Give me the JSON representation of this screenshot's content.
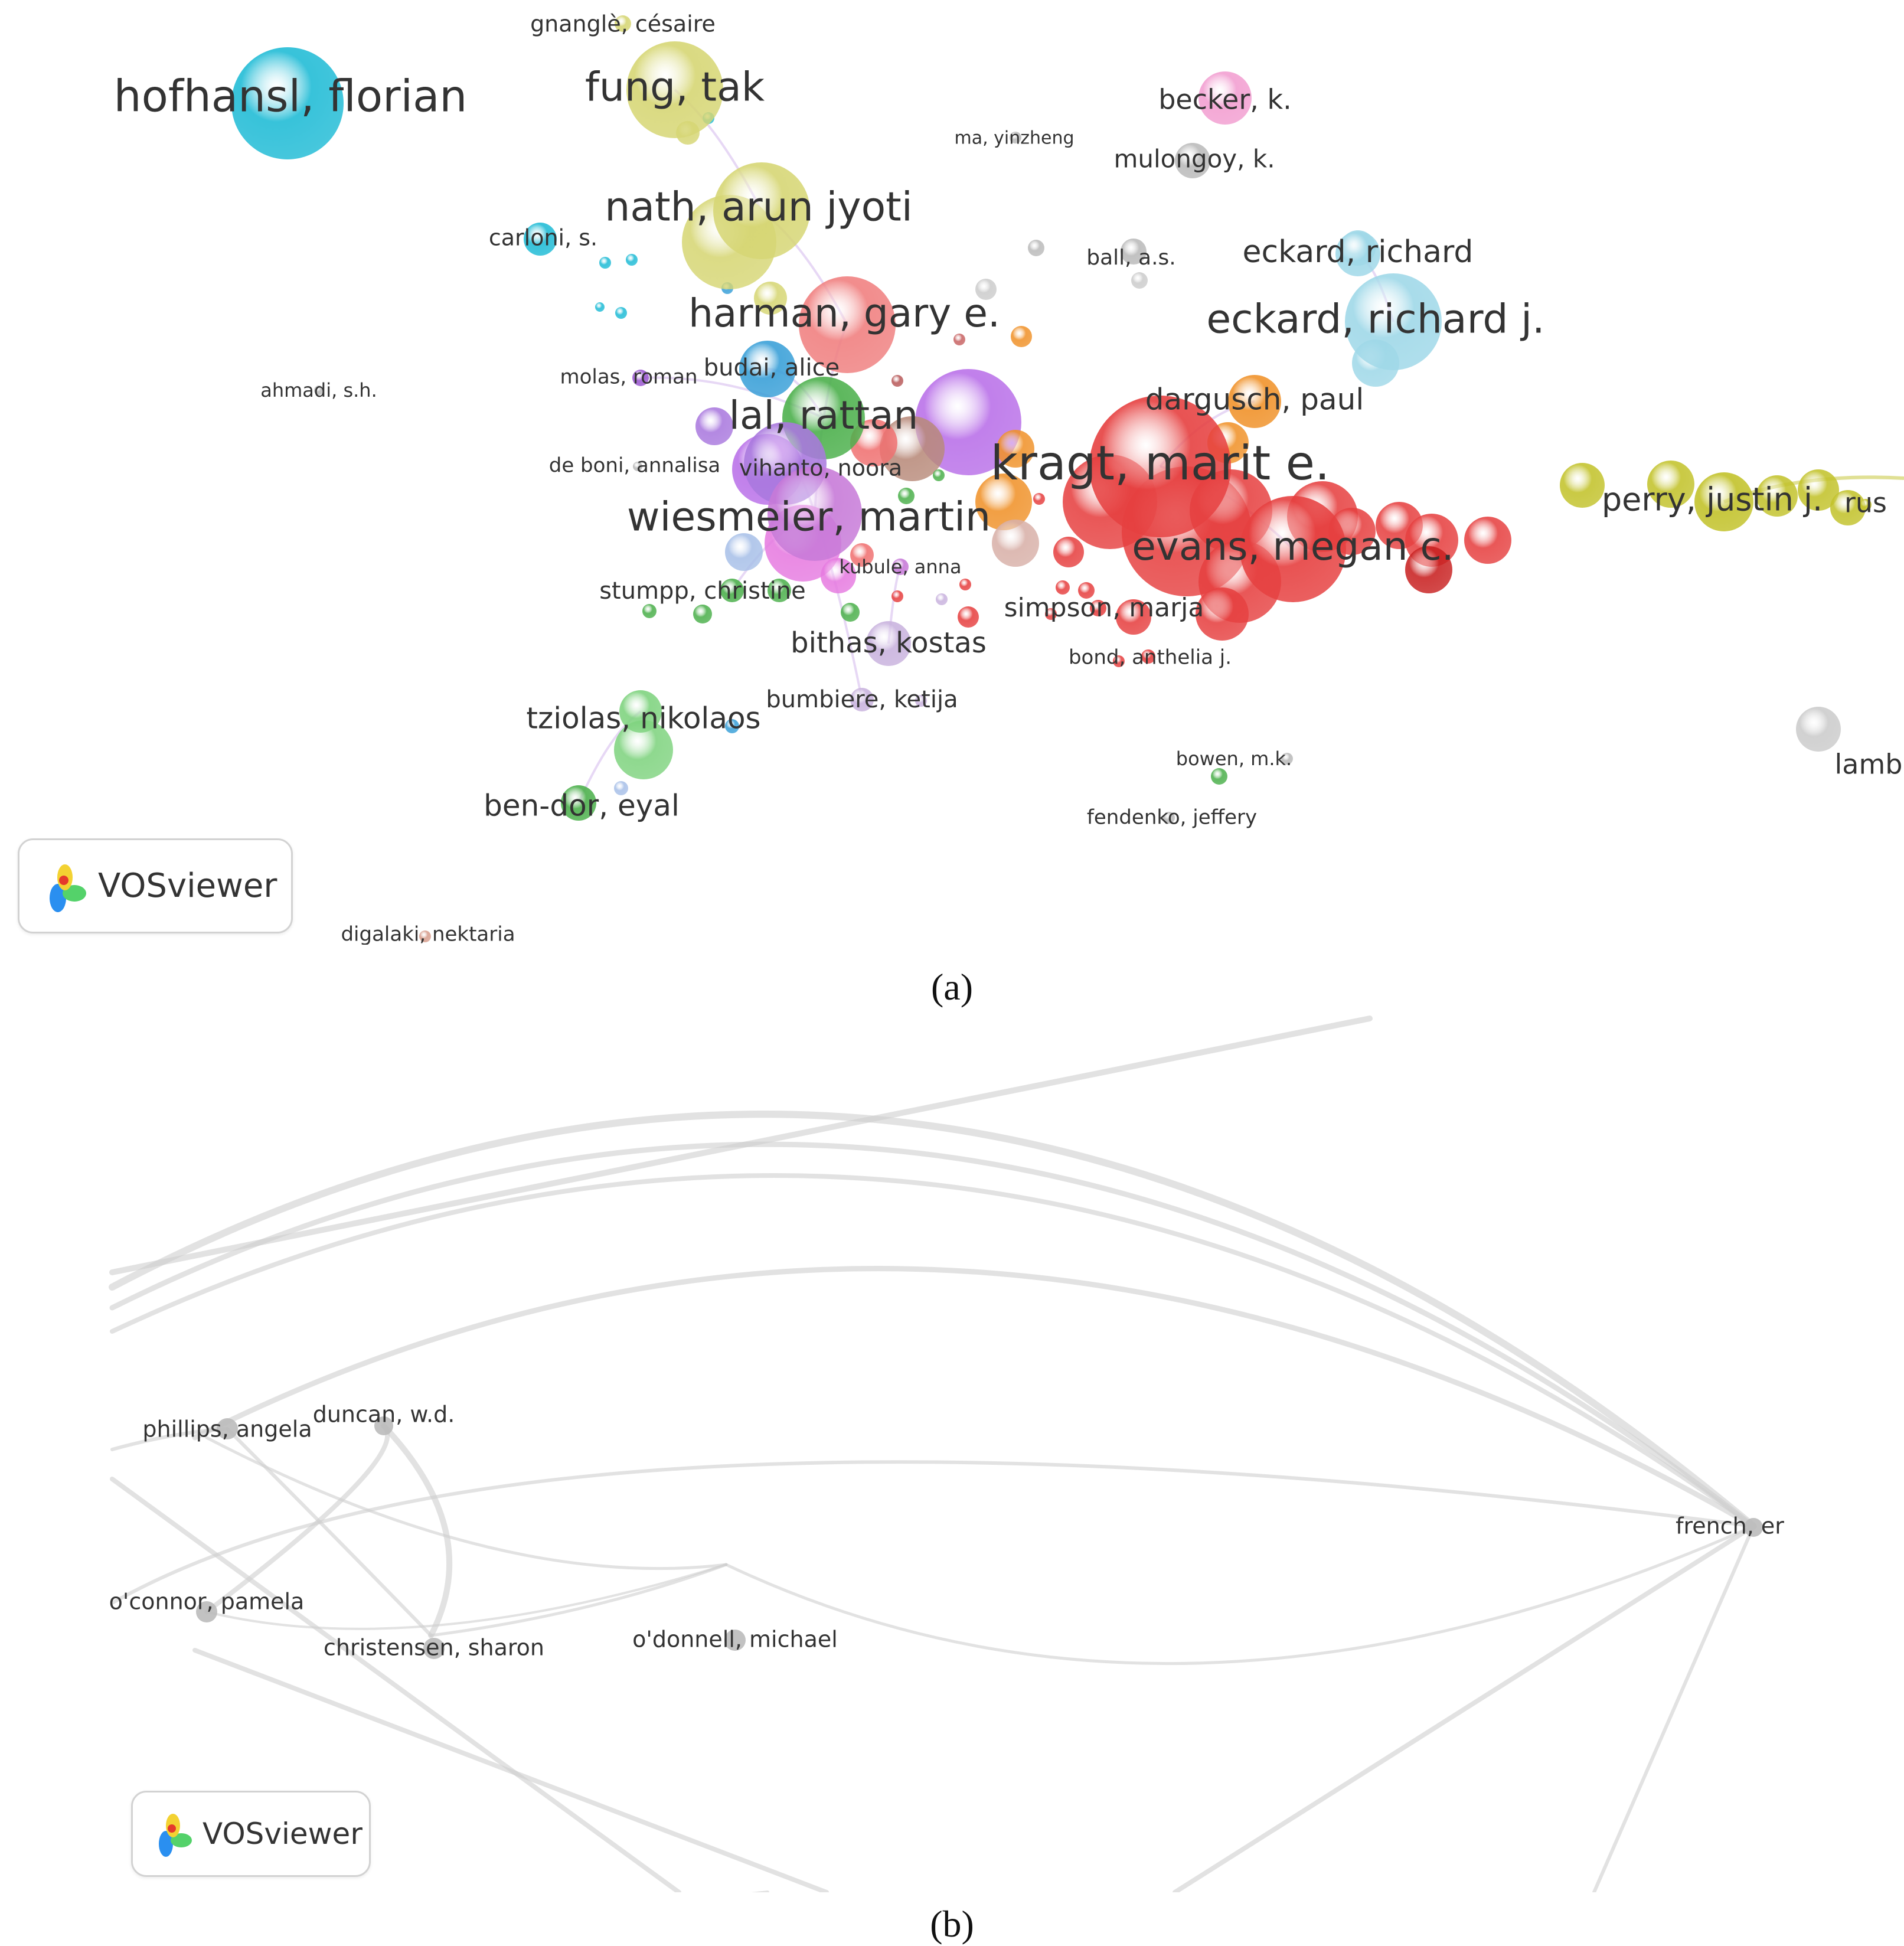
{
  "panels": [
    {
      "caption": "(a)",
      "logo_text": "VOSviewer",
      "authors": [
        {
          "label": "hofhansl, florian",
          "color": "#22bcd6"
        },
        {
          "label": "fung, tak",
          "color": "#d6d674"
        },
        {
          "label": "gnanglè, césaire",
          "color": "#d6d674"
        },
        {
          "label": "nath, arun jyoti",
          "color": "#d6d674"
        },
        {
          "label": "carloni, s.",
          "color": "#22bcd6"
        },
        {
          "label": "becker, k.",
          "color": "#f29fd1"
        },
        {
          "label": "ma, yinzheng",
          "color": "#bbbbbb"
        },
        {
          "label": "mulongoy, k.",
          "color": "#bbbbbb"
        },
        {
          "label": "ball, a.s.",
          "color": "#bbbbbb"
        },
        {
          "label": "eckard, richard",
          "color": "#9fd8e8"
        },
        {
          "label": "eckard, richard j.",
          "color": "#9fd8e8"
        },
        {
          "label": "harman, gary e.",
          "color": "#f08080"
        },
        {
          "label": "molas, roman",
          "color": "#9b59d0"
        },
        {
          "label": "budai, alice",
          "color": "#3aa0d8"
        },
        {
          "label": "ahmadi, s.h.",
          "color": "#bbbbbb"
        },
        {
          "label": "lal, rattan",
          "color": "#4cb04c"
        },
        {
          "label": "dargusch, paul",
          "color": "#f0922a"
        },
        {
          "label": "de boni, annalisa",
          "color": "#bbbbbb"
        },
        {
          "label": "vihanto, noora",
          "color": "#a978de"
        },
        {
          "label": "kragt, marit e.",
          "color": "#e64040"
        },
        {
          "label": "wiesmeier, martin",
          "color": "#c77ad8"
        },
        {
          "label": "evans, megan c.",
          "color": "#e64040"
        },
        {
          "label": "kubule, anna",
          "color": "#c77ad8"
        },
        {
          "label": "stumpp, christine",
          "color": "#4cb04c"
        },
        {
          "label": "simpson, marja",
          "color": "#e64040"
        },
        {
          "label": "bithas, kostas",
          "color": "#c9b3de"
        },
        {
          "label": "bond, anthelia j.",
          "color": "#e64040"
        },
        {
          "label": "bumbiere, ketija",
          "color": "#c9b3de"
        },
        {
          "label": "tziolas, nikolaos",
          "color": "#7fd37f"
        },
        {
          "label": "ben-dor, eyal",
          "color": "#4cb04c"
        },
        {
          "label": "bowen, m.k.",
          "color": "#bbbbbb"
        },
        {
          "label": "fendenko, jeffery",
          "color": "#bbbbbb"
        },
        {
          "label": "digalaki, nektaria",
          "color": "#d8a090"
        },
        {
          "label": "perry, justin j.",
          "color": "#c2c22a"
        },
        {
          "label": "rus",
          "color": "#c2c22a"
        },
        {
          "label": "lamb",
          "color": "#cccccc"
        }
      ]
    },
    {
      "caption": "(b)",
      "logo_text": "VOSviewer",
      "authors": [
        {
          "label": "phillips, angela",
          "color": "#bbbbbb"
        },
        {
          "label": "duncan, w.d.",
          "color": "#bbbbbb"
        },
        {
          "label": "o'connor, pamela",
          "color": "#bbbbbb"
        },
        {
          "label": "o'donnell, michael",
          "color": "#bbbbbb"
        },
        {
          "label": "christensen, sharon",
          "color": "#bbbbbb"
        },
        {
          "label": "french, er",
          "color": "#bbbbbb"
        }
      ]
    }
  ]
}
